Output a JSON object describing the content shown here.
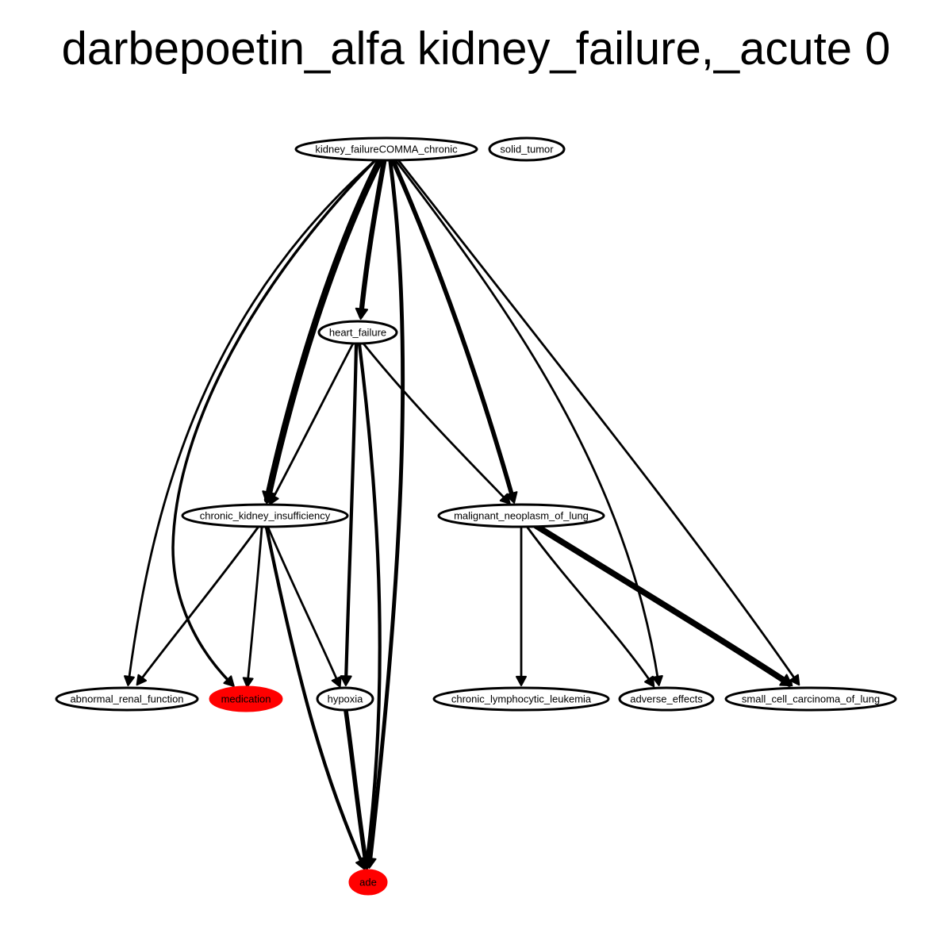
{
  "title": "darbepoetin_alfa kidney_failure,_acute 0",
  "colors": {
    "stroke": "#000000",
    "node_fill": "#ffffff",
    "highlight_fill": "#ff0000"
  },
  "graph": {
    "nodes": [
      {
        "id": "kfc",
        "label": "kidney_failureCOMMA_chronic",
        "highlight": false
      },
      {
        "id": "st",
        "label": "solid_tumor",
        "highlight": false
      },
      {
        "id": "hf",
        "label": "heart_failure",
        "highlight": false
      },
      {
        "id": "cki",
        "label": "chronic_kidney_insufficiency",
        "highlight": false
      },
      {
        "id": "mnl",
        "label": "malignant_neoplasm_of_lung",
        "highlight": false
      },
      {
        "id": "arf",
        "label": "abnormal_renal_function",
        "highlight": false
      },
      {
        "id": "med",
        "label": "medication",
        "highlight": true
      },
      {
        "id": "hyp",
        "label": "hypoxia",
        "highlight": false
      },
      {
        "id": "cll",
        "label": "chronic_lymphocytic_leukemia",
        "highlight": false
      },
      {
        "id": "ae",
        "label": "adverse_effects",
        "highlight": false
      },
      {
        "id": "sccl",
        "label": "small_cell_carcinoma_of_lung",
        "highlight": false
      },
      {
        "id": "ade",
        "label": "ade",
        "highlight": true
      }
    ],
    "edges": [
      {
        "source": "kfc",
        "target": "arf",
        "weight": 4
      },
      {
        "source": "kfc",
        "target": "med",
        "weight": 5
      },
      {
        "source": "kfc",
        "target": "cki",
        "weight": 12
      },
      {
        "source": "kfc",
        "target": "hf",
        "weight": 9
      },
      {
        "source": "kfc",
        "target": "ade",
        "weight": 7
      },
      {
        "source": "kfc",
        "target": "mnl",
        "weight": 8
      },
      {
        "source": "kfc",
        "target": "ae",
        "weight": 4
      },
      {
        "source": "kfc",
        "target": "sccl",
        "weight": 4
      },
      {
        "source": "hf",
        "target": "cki",
        "weight": 4
      },
      {
        "source": "hf",
        "target": "hyp",
        "weight": 6
      },
      {
        "source": "hf",
        "target": "mnl",
        "weight": 4
      },
      {
        "source": "hf",
        "target": "ade",
        "weight": 6
      },
      {
        "source": "cki",
        "target": "arf",
        "weight": 4
      },
      {
        "source": "cki",
        "target": "med",
        "weight": 4
      },
      {
        "source": "cki",
        "target": "hyp",
        "weight": 4
      },
      {
        "source": "cki",
        "target": "ade",
        "weight": 6
      },
      {
        "source": "mnl",
        "target": "cll",
        "weight": 4
      },
      {
        "source": "mnl",
        "target": "ae",
        "weight": 4
      },
      {
        "source": "mnl",
        "target": "sccl",
        "weight": 11
      },
      {
        "source": "hyp",
        "target": "ade",
        "weight": 8
      }
    ]
  }
}
